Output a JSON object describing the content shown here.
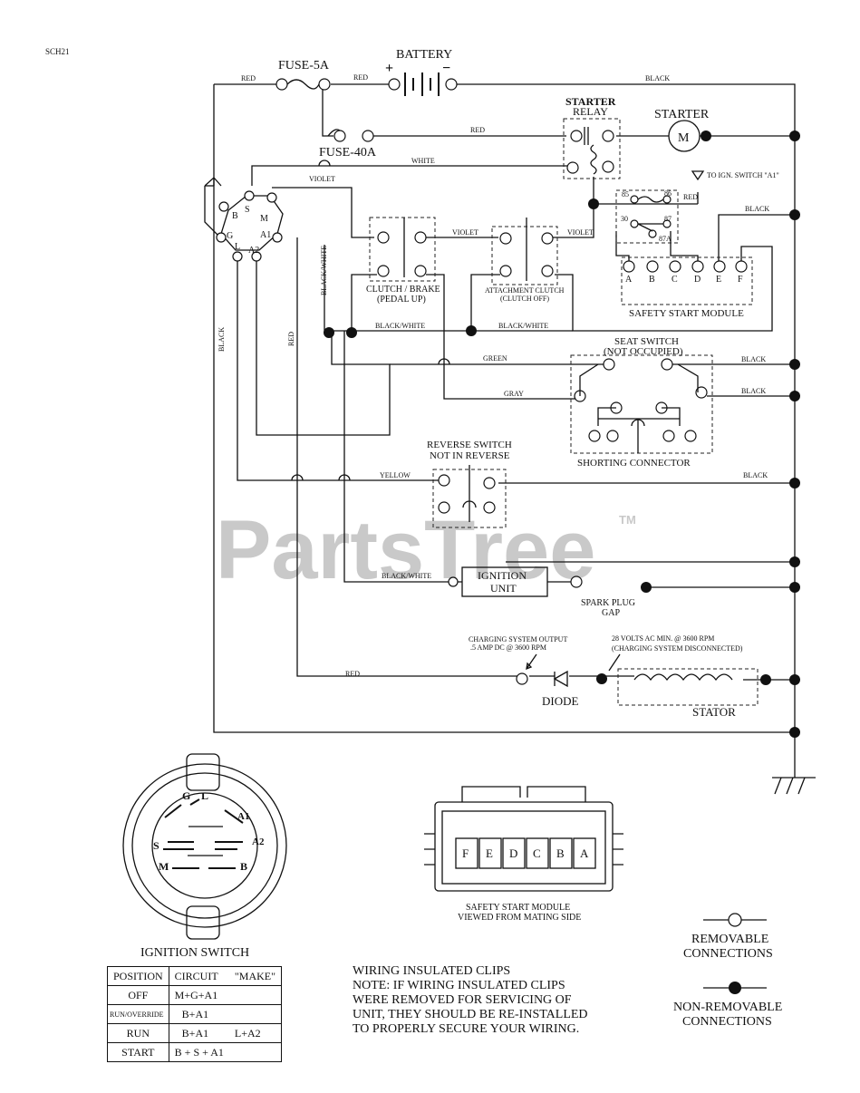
{
  "diagram_id": "SCH21",
  "watermark": {
    "text": "PartsTree",
    "tm": "TM"
  },
  "components": {
    "battery": "BATTERY",
    "battery_plus": "+",
    "battery_minus": "−",
    "fuse5": "FUSE-5A",
    "fuse40": "FUSE-40A",
    "starter_relay_1": "STARTER",
    "starter_relay_2": "RELAY",
    "starter": "STARTER",
    "starter_m": "M",
    "ign_switch_ref": "TO IGN. SWITCH \"A1\"",
    "relay_85": "85",
    "relay_86": "86",
    "relay_30": "30",
    "relay_87": "87",
    "relay_87a": "87A",
    "module_pins": [
      "A",
      "B",
      "C",
      "D",
      "E",
      "F"
    ],
    "safety_module": "SAFETY START MODULE",
    "clutch_brake_1": "CLUTCH / BRAKE",
    "clutch_brake_2": "(PEDAL UP)",
    "attach_clutch_1": "ATTACHMENT CLUTCH",
    "attach_clutch_2": "(CLUTCH OFF)",
    "seat_switch_1": "SEAT SWITCH",
    "seat_switch_2": "(NOT OCCUPIED)",
    "shorting_connector": "SHORTING CONNECTOR",
    "reverse_switch_1": "REVERSE SWITCH",
    "reverse_switch_2": "NOT IN REVERSE",
    "ignition_unit_1": "IGNITION",
    "ignition_unit_2": "UNIT",
    "spark_plug_1": "SPARK PLUG",
    "spark_plug_2": "GAP",
    "charging_1": "CHARGING SYSTEM OUTPUT",
    "charging_2": ".5 AMP DC @ 3600 RPM",
    "stator_spec_1": "28 VOLTS AC MIN. @ 3600 RPM",
    "stator_spec_2": "(CHARGING SYSTEM DISCONNECTED)",
    "diode": "DIODE",
    "stator": "STATOR",
    "switch_terms": [
      "B",
      "S",
      "M",
      "G",
      "A1",
      "L",
      "A2"
    ]
  },
  "wire_labels": {
    "red": "RED",
    "black": "BLACK",
    "white": "WHITE",
    "violet": "VIOLET",
    "black_white": "BLACK/WHITE",
    "green": "GREEN",
    "gray": "GRAY",
    "yellow": "YELLOW"
  },
  "ignition_switch": {
    "title": "IGNITION SWITCH",
    "letters": [
      "G",
      "L",
      "A1",
      "A2",
      "S",
      "M",
      "B"
    ],
    "table": {
      "headers": [
        "POSITION",
        "CIRCUIT",
        "\"MAKE\""
      ],
      "rows": [
        {
          "position": "OFF",
          "circuit": "M+G+A1",
          "make": ""
        },
        {
          "position": "RUN/OVERRIDE",
          "circuit": "B+A1",
          "make": ""
        },
        {
          "position": "RUN",
          "circuit": "B+A1",
          "make": "L+A2"
        },
        {
          "position": "START",
          "circuit": "B + S + A1",
          "make": ""
        }
      ]
    }
  },
  "safety_module_view": {
    "pins": [
      "F",
      "E",
      "D",
      "C",
      "B",
      "A"
    ],
    "caption_1": "SAFETY START MODULE",
    "caption_2": "VIEWED FROM MATING SIDE"
  },
  "notes": {
    "title": "WIRING INSULATED CLIPS",
    "lines": [
      "NOTE:  IF WIRING INSULATED CLIPS",
      "WERE REMOVED FOR SERVICING OF",
      "UNIT, THEY SHOULD BE RE-INSTALLED",
      "TO PROPERLY SECURE YOUR WIRING."
    ]
  },
  "legend": {
    "removable_1": "REMOVABLE",
    "removable_2": "CONNECTIONS",
    "nonremovable_1": "NON-REMOVABLE",
    "nonremovable_2": "CONNECTIONS"
  }
}
